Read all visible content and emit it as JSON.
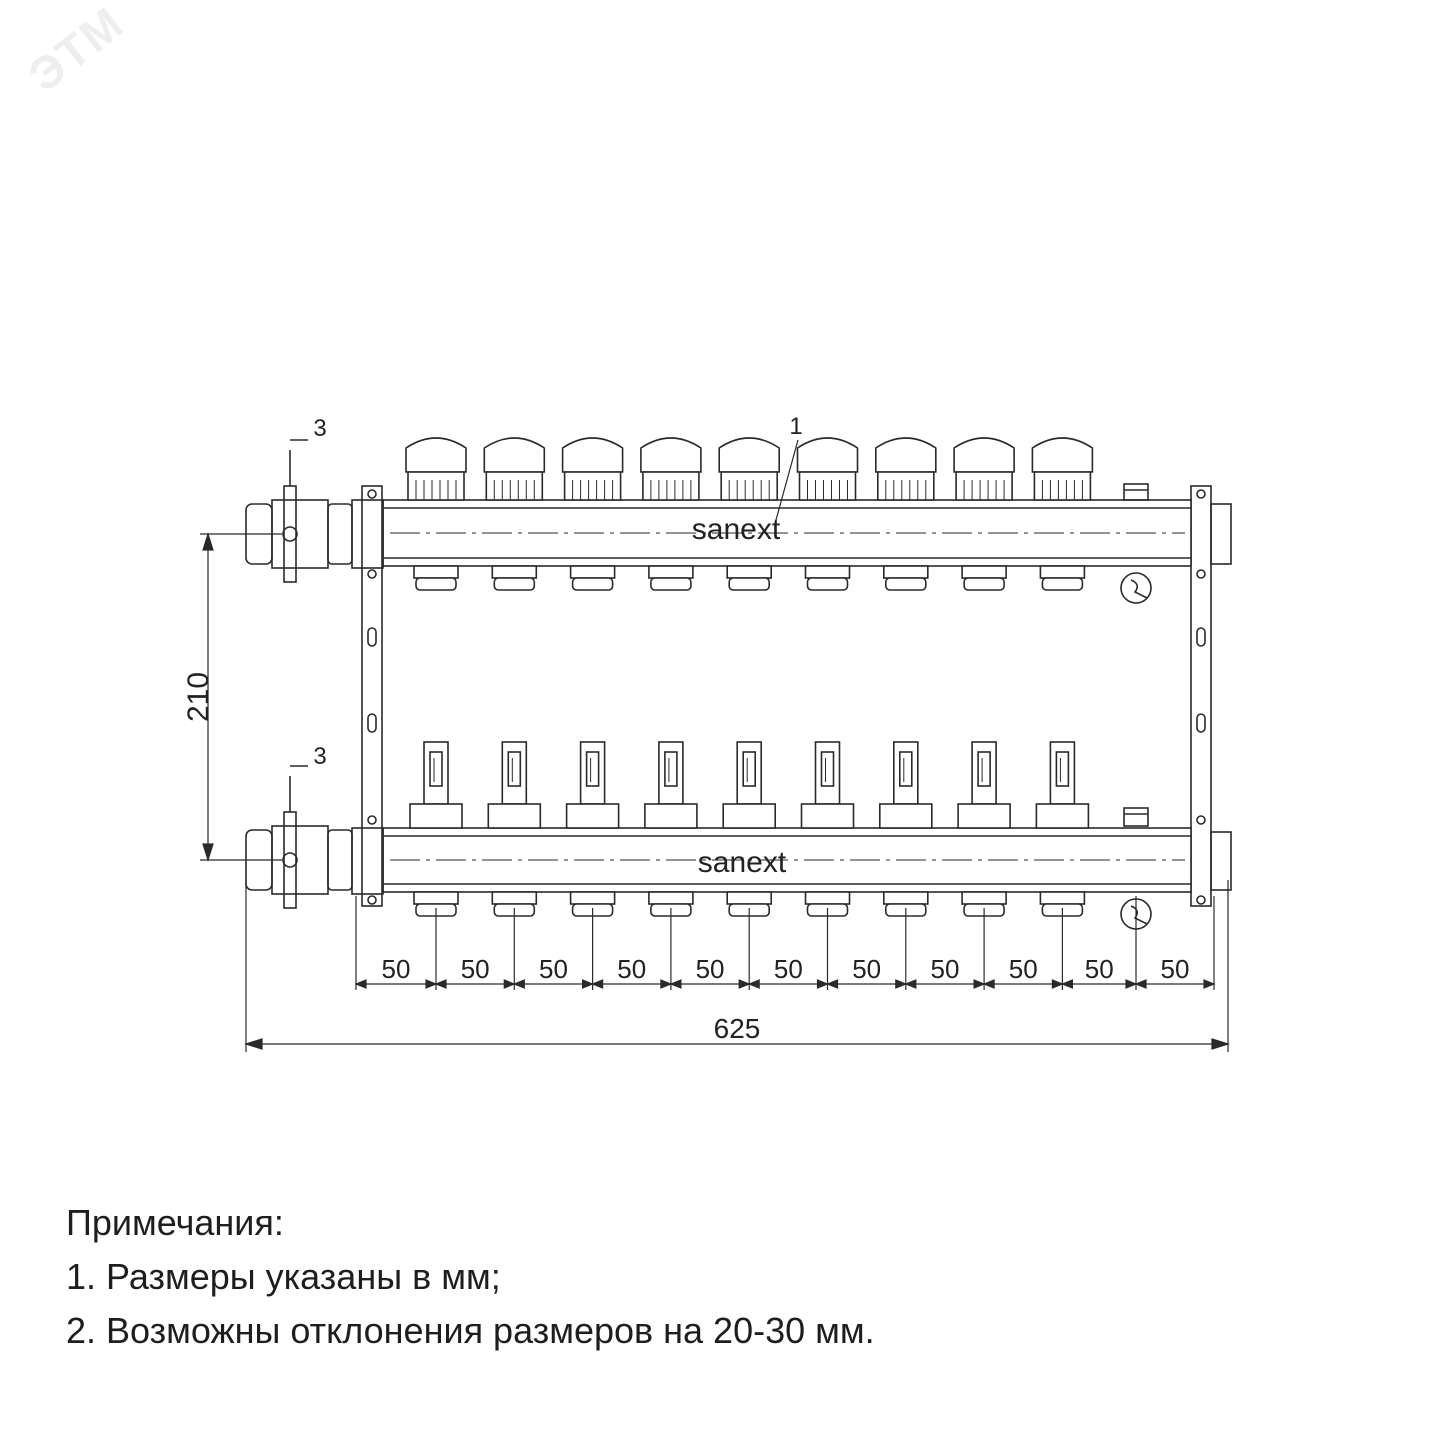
{
  "watermark": "ЭТМ",
  "brand": "sanext",
  "callouts": [
    "1",
    "3",
    "3"
  ],
  "dimensions": {
    "height": "210",
    "spacing": [
      "50",
      "50",
      "50",
      "50",
      "50",
      "50",
      "50",
      "50",
      "50",
      "50",
      "50"
    ],
    "total_length": "625"
  },
  "outlets_per_manifold": 9,
  "notes": {
    "title": "Примечания:",
    "items": [
      "1. Размеры указаны в мм;",
      "2. Возможны отклонения размеров на 20-30 мм."
    ]
  }
}
